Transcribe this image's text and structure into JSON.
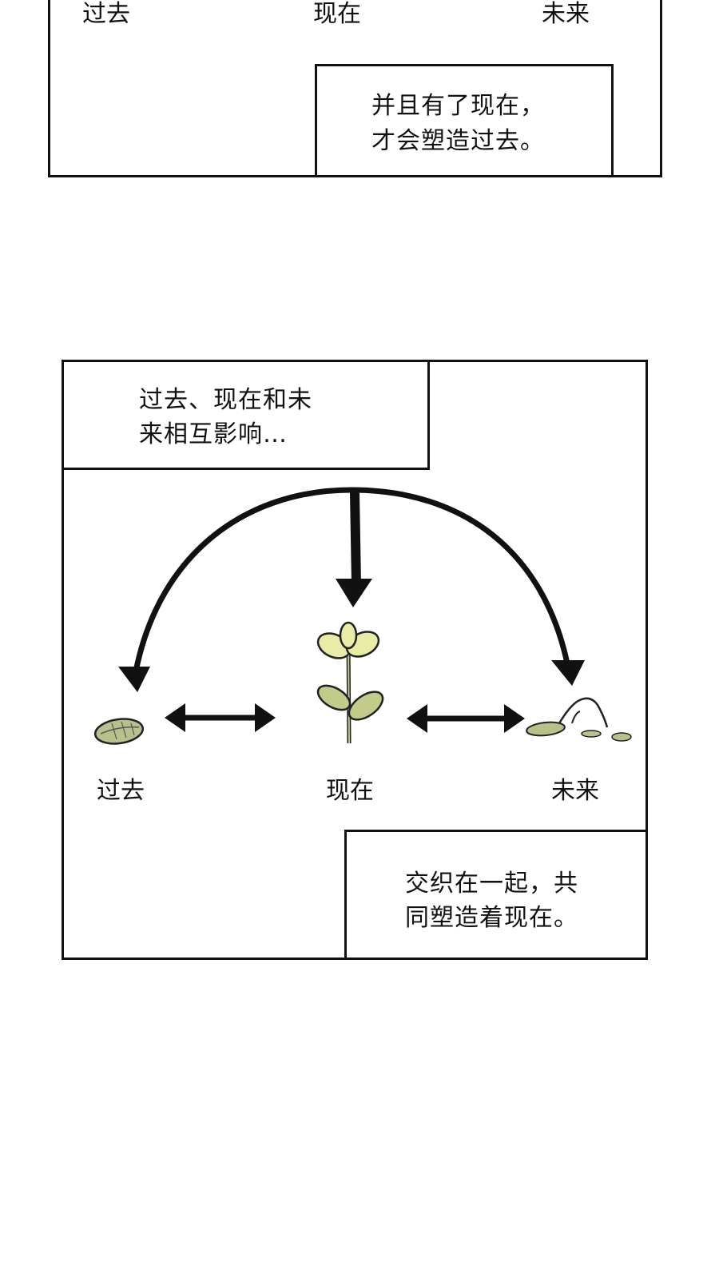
{
  "panel_top": {
    "labels": {
      "past": "过去",
      "present": "现在",
      "future": "未来"
    },
    "caption": {
      "line1": "并且有了现在，",
      "line2": "才会塑造过去。"
    }
  },
  "panel_bottom": {
    "caption_top": {
      "line1": "过去、现在和未",
      "line2": "来相互影响…"
    },
    "labels": {
      "past": "过去",
      "present": "现在",
      "future": "未来"
    },
    "caption_bottom": {
      "line1": "交织在一起，共",
      "line2": "同塑造着现在。"
    },
    "illustration": {
      "past_icon": "seed-icon",
      "present_icon": "sprout-icon",
      "future_icon": "empty-husk-icon",
      "leaf_color": "#c2cb8a",
      "petal_color": "#e8eca6",
      "seed_color": "#b9c08c"
    }
  }
}
